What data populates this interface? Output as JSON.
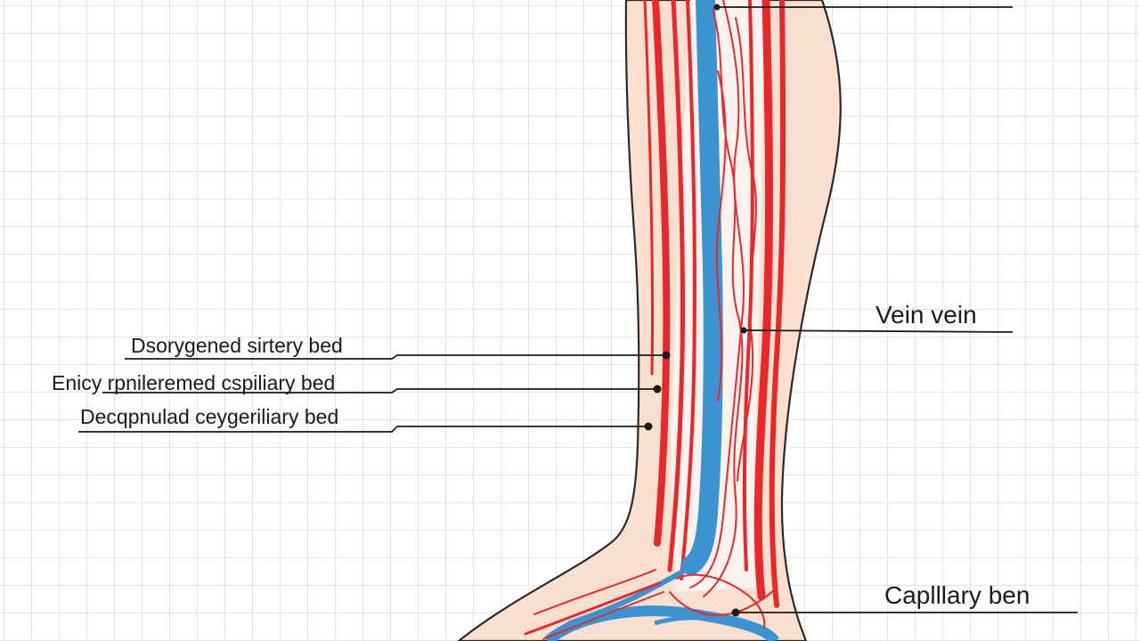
{
  "labels": {
    "deoxygenated_artery_bed": "Dsorygened sirtery bed",
    "entry_capillary_bed": "Enicy rpnileremed cspiliary bed",
    "deoxygenated_capillary_bed": "Decqpnulad ceygeriliary bed",
    "vein": "Vein vein",
    "capillary_bed": "Caplllary ben"
  },
  "colors": {
    "skin": "#fbe0cf",
    "outline": "#2a2a2a",
    "artery": "#e8282c",
    "vein": "#3b93d1",
    "leader_line": "#1a1a1a",
    "grid": "#e3e3e3"
  }
}
